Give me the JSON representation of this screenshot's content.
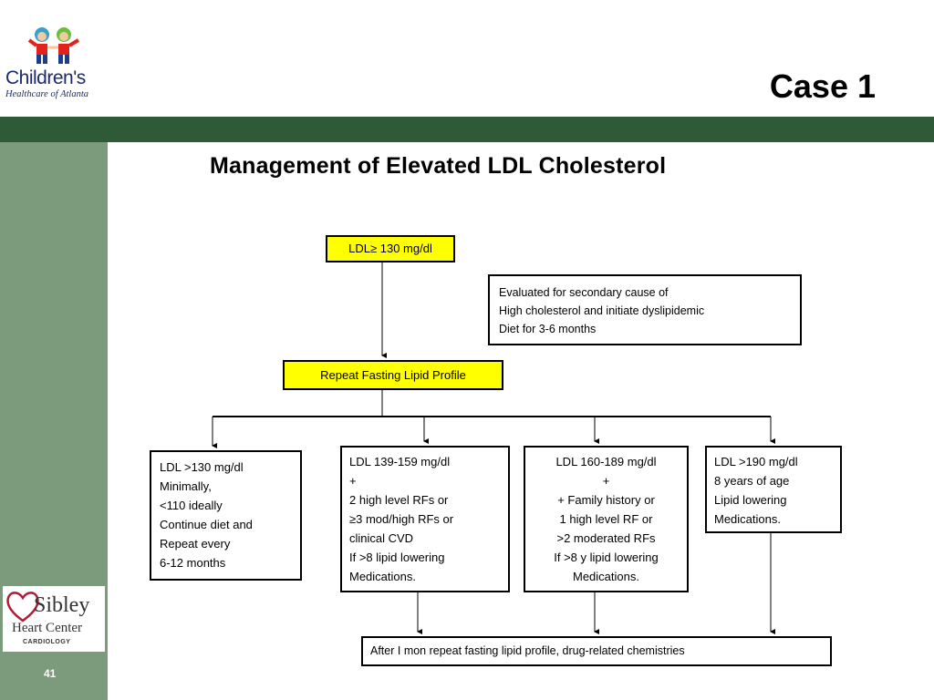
{
  "logo": {
    "name": "Children's",
    "tagline": "Healthcare of Atlanta"
  },
  "slide": {
    "title": "Case 1",
    "page_number": "41"
  },
  "diagram": {
    "title": "Management of Elevated LDL Cholesterol",
    "start_box": "LDL≥ 130 mg/dl",
    "note_box": "Evaluated for secondary cause of\nHigh cholesterol and initiate dyslipidemic\nDiet for 3-6 months",
    "repeat_box": "Repeat Fasting Lipid Profile",
    "branches": [
      {
        "text": "LDL >130 mg/dl\nMinimally,\n<110  ideally\nContinue diet and\nRepeat every\n6-12 months"
      },
      {
        "text": "LDL 139-159 mg/dl\n+\n2 high level RFs or\n≥3 mod/high RFs or\nclinical CVD\nIf >8 lipid lowering\nMedications."
      },
      {
        "text": "LDL 160-189 mg/dl\n+\n+ Family history or\n1 high level RF or\n>2 moderated RFs\nIf >8 y lipid lowering\nMedications."
      },
      {
        "text": "LDL >190 mg/dl\n8 years of age\nLipid lowering\nMedications."
      }
    ],
    "final_box": "After I mon repeat fasting lipid profile, drug-related chemistries"
  },
  "sibley_logo": {
    "name": "Sibley",
    "subtitle": "Heart Center",
    "department": "CARDIOLOGY"
  },
  "colors": {
    "header_bar": "#2f5a37",
    "sidebar": "#7c9a7c",
    "highlight_box": "#ffff00"
  }
}
